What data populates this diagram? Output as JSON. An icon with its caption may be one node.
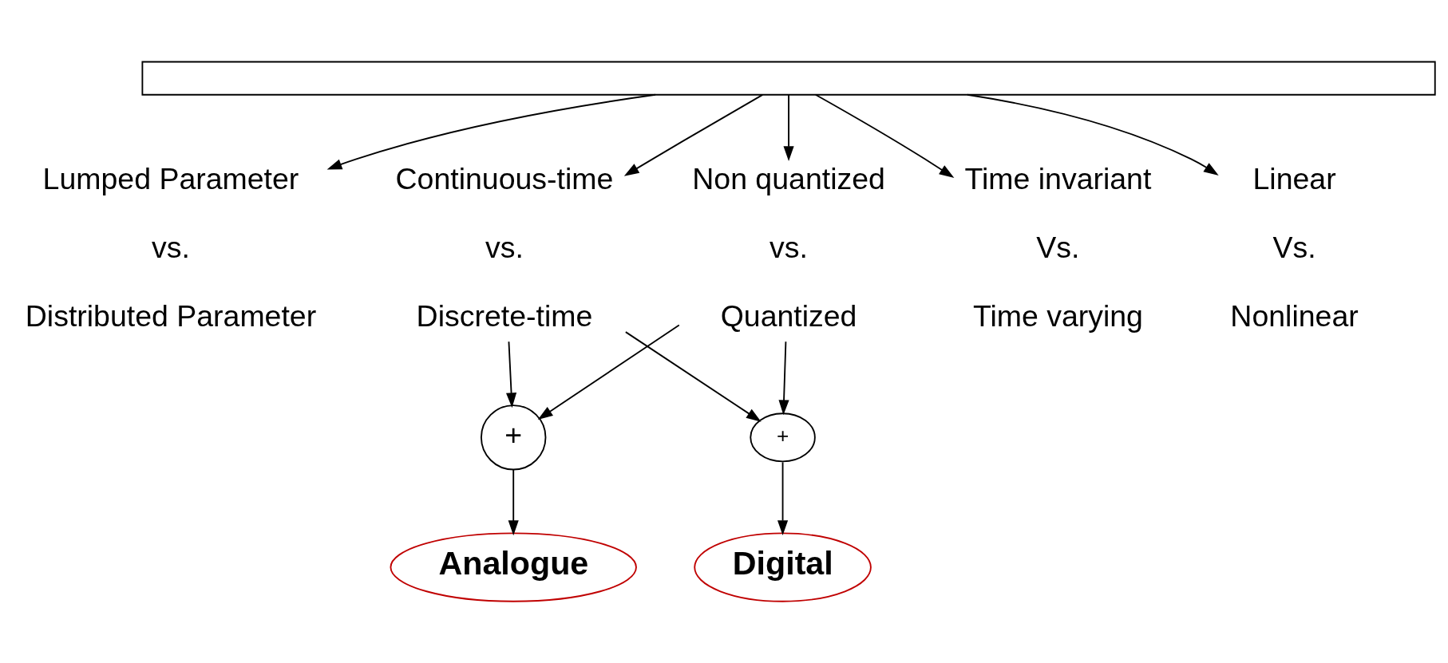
{
  "diagram": {
    "nodes": [
      {
        "text": [],
        "shape": "box"
      },
      {
        "text": [
          "Lumped Parameter",
          "vs.",
          "Distributed Parameter"
        ]
      },
      {
        "text": [
          "Continuous-time",
          "vs.",
          "Discrete-time"
        ]
      },
      {
        "text": [
          "Analogue"
        ]
      },
      {
        "text": [
          "+"
        ]
      },
      {
        "text": [
          "+"
        ]
      },
      {
        "text": [
          "Non quantized",
          "vs.",
          "Quantized"
        ]
      },
      {
        "text": [
          "Time invariant",
          "Vs.",
          "Time varying"
        ]
      },
      {
        "text": [
          "Linear",
          "Vs.",
          "Nonlinear"
        ]
      },
      {
        "text": [
          "Digital"
        ]
      }
    ],
    "edges": [
      {
        "from": 0,
        "to": 1,
        "arrow": "to"
      },
      {
        "from": 0,
        "to": 2,
        "arrow": "to"
      },
      {
        "from": 0,
        "to": 6,
        "arrow": "to"
      },
      {
        "from": 0,
        "to": 7,
        "arrow": "to"
      },
      {
        "from": 0,
        "to": 8,
        "arrow": "to"
      },
      {
        "from": 2,
        "to": 4,
        "arrow": "to"
      },
      {
        "from": 2,
        "to": 5,
        "arrow": "to"
      },
      {
        "from": 6,
        "to": 4,
        "arrow": "to"
      },
      {
        "from": 6,
        "to": 5,
        "arrow": "to"
      },
      {
        "from": 4,
        "to": 3,
        "arrow": "to"
      },
      {
        "from": 5,
        "to": 9,
        "arrow": "to"
      }
    ]
  }
}
